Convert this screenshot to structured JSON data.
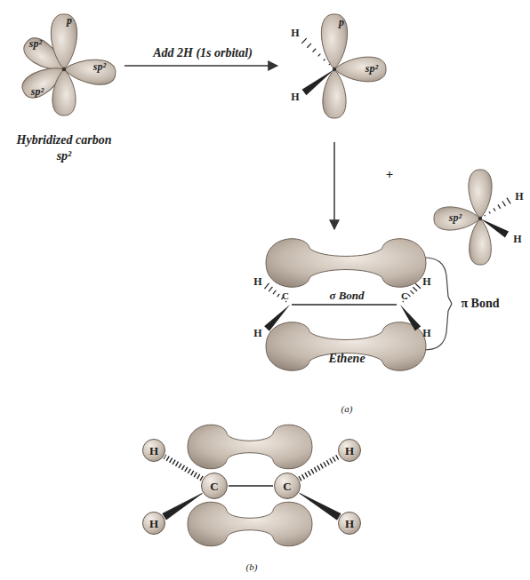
{
  "diagram": {
    "nodes": [
      {
        "text": [
          "H"
        ]
      },
      {
        "text": [
          "H"
        ]
      },
      {
        "text": [
          "C"
        ]
      },
      {
        "text": [
          "C"
        ]
      },
      {
        "text": [
          "H"
        ]
      },
      {
        "text": [
          "H"
        ]
      }
    ],
    "edges": [
      {
        "from": 2,
        "to": 3,
        "arrow": "none"
      },
      {
        "from": 2,
        "to": 0,
        "arrow": "none"
      },
      {
        "from": 3,
        "to": 1,
        "arrow": "none"
      },
      {
        "from": 2,
        "to": 4,
        "arrow": "none"
      },
      {
        "from": 3,
        "to": 5,
        "arrow": "none"
      }
    ],
    "labels": [
      "sp²",
      "p",
      "sp²",
      "sp²",
      "Hybridized carbon",
      "sp²",
      "Add 2H (1s orbital)",
      "H",
      "p",
      "sp²",
      "H",
      "+",
      "sp²",
      "H",
      "H",
      "H",
      "C",
      "σ Bond",
      "H",
      "C",
      "π Bond",
      "H",
      "H",
      "Ethene",
      "(a)",
      "(b)"
    ]
  }
}
